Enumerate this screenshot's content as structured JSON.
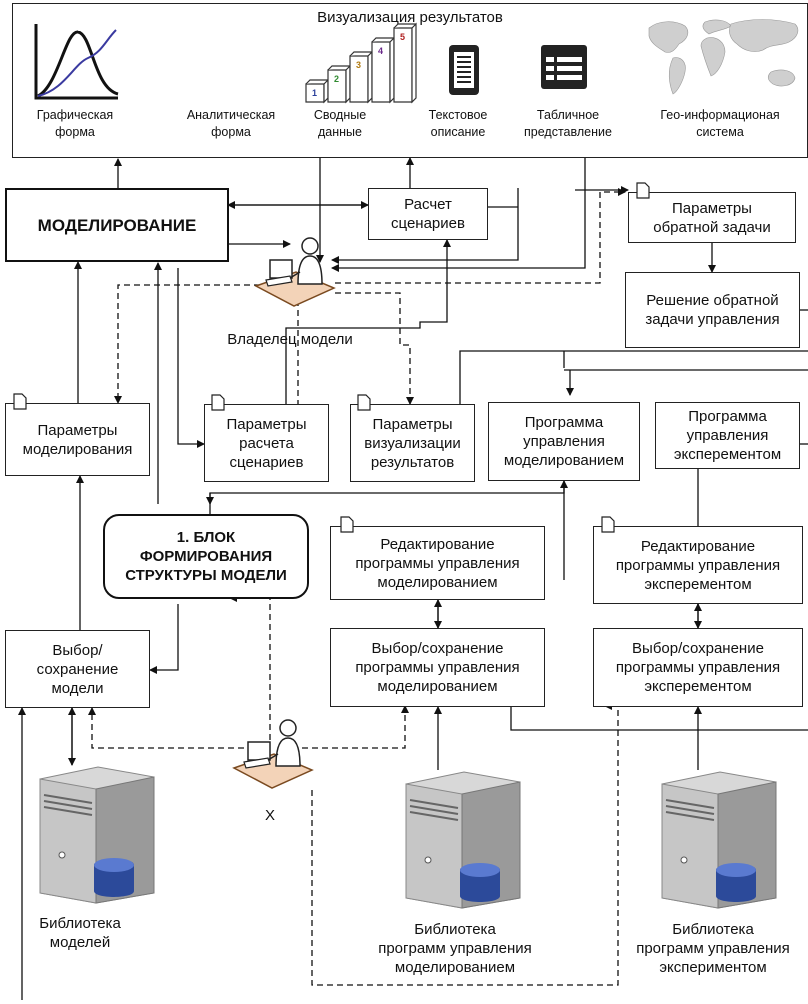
{
  "visualization": {
    "title": "Визуализация результатов",
    "items": [
      {
        "label": "Графическая\nформа",
        "icon": "curve-chart-icon"
      },
      {
        "label": "Аналитическая\nформа",
        "icon": ""
      },
      {
        "label": "Сводные\nданные",
        "icon": "staircase-bars-icon",
        "steps": [
          "1",
          "2",
          "3",
          "4",
          "5"
        ]
      },
      {
        "label": "Текстовое\nописание",
        "icon": "document-text-icon"
      },
      {
        "label": "Табличное\nпредставление",
        "icon": "table-icon"
      },
      {
        "label": "Гео-информационая\nсистема",
        "icon": "world-map-icon"
      }
    ]
  },
  "blocks": {
    "modeling": "МОДЕЛИРОВАНИЕ",
    "scenario_calc": "Расчет\nсценариев",
    "inverse_params": "Параметры\nобратной задачи",
    "inverse_solution": "Решение обратной\nзадачи управления",
    "owner_label": "Владелец модели",
    "modeling_params": "Параметры\nмоделирования",
    "scenario_params": "Параметры\nрасчета\nсценариев",
    "viz_params": "Параметры\nвизуализации\nрезультатов",
    "modeling_program": "Программа\nуправления\nмоделированием",
    "experiment_program": "Программа\nуправления\nэксперементом",
    "structure_block": "1. БЛОК\nФОРМИРОВАНИЯ\nСТРУКТУРЫ МОДЕЛИ",
    "edit_modeling": "Редактирование\nпрограммы управления\nмоделированием",
    "edit_experiment": "Редактирование\nпрограммы управления\nэксперементом",
    "select_model": "Выбор/\nсохранение\nмодели",
    "select_modeling": "Выбор/сохранение\nпрограммы управления\nмоделированием",
    "select_experiment": "Выбор/сохранение\nпрограммы управления\nэксперементом",
    "x_label": "X",
    "lib_models": "Библиотека\nмоделей",
    "lib_modeling": "Библиотека\nпрограмм управления\nмоделированием",
    "lib_experiment": "Библиотека\nпрограмм управления\nэкспериментом"
  }
}
